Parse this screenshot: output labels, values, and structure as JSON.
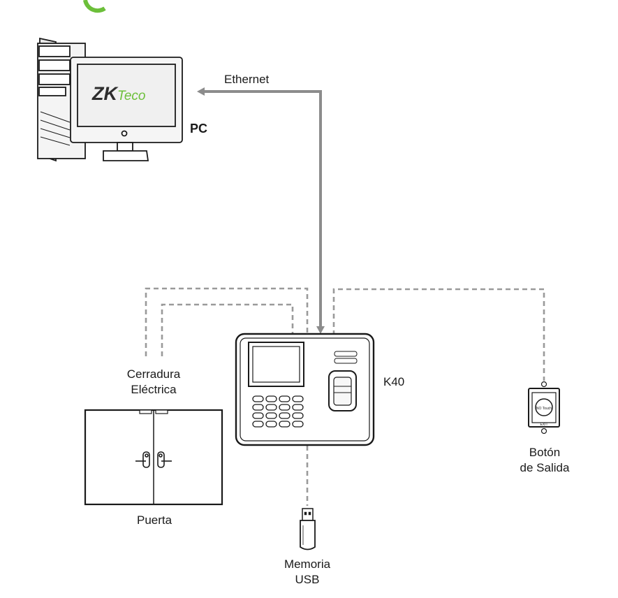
{
  "diagram": {
    "pc": {
      "label": "PC",
      "logo_text": "ZKTeco",
      "logo_prefix": "ZK",
      "logo_suffix": "Teco"
    },
    "ethernet": {
      "label": "Ethernet"
    },
    "device": {
      "label": "K40"
    },
    "lock": {
      "label_line1": "Cerradura",
      "label_line2": "Eléctrica"
    },
    "door": {
      "label": "Puerta"
    },
    "exit_button": {
      "label_line1": "Botón",
      "label_line2": "de Salida",
      "button_top_text": "NO Touch",
      "button_bottom_text": "EXIT"
    },
    "usb": {
      "label_line1": "Memoria",
      "label_line2": "USB"
    },
    "colors": {
      "accent_green": "#6cbf3a",
      "line_gray": "#8c8c8c",
      "dashed_gray": "#9a9a9a",
      "stroke": "#1a1a1a"
    }
  }
}
